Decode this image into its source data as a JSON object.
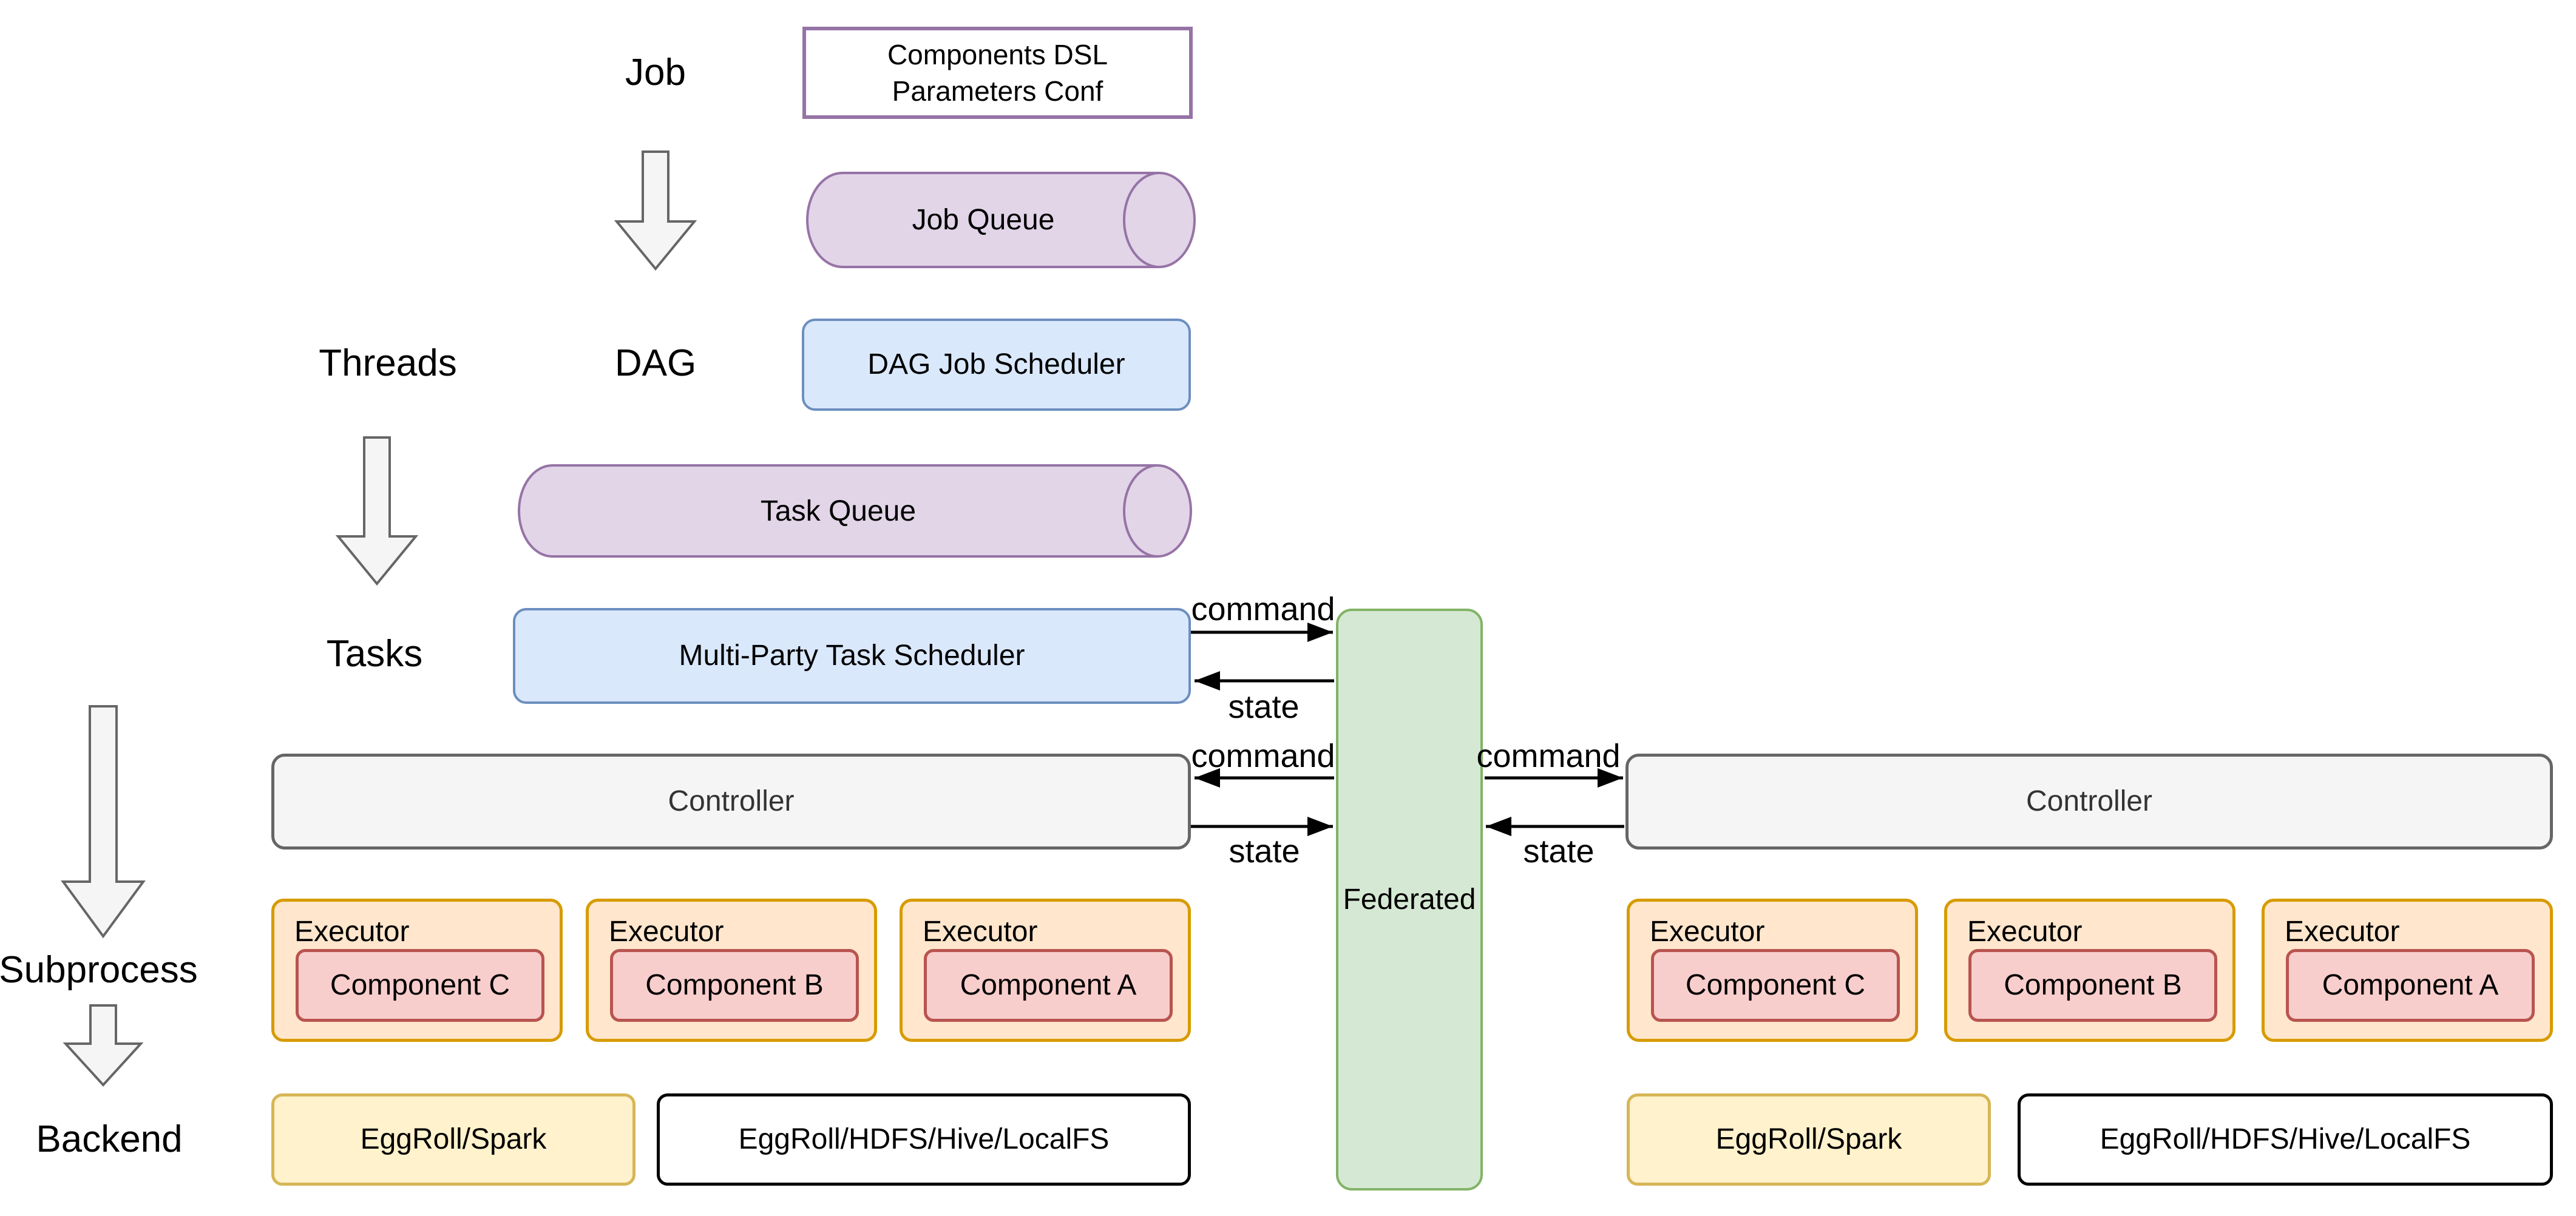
{
  "layers": {
    "job": "Job",
    "threads": "Threads",
    "dag": "DAG",
    "tasks": "Tasks",
    "subprocess": "Subprocess",
    "backend": "Backend"
  },
  "scheduling": {
    "conf_box_line1": "Components DSL",
    "conf_box_line2": "Parameters Conf",
    "job_queue": "Job Queue",
    "dag_job_scheduler": "DAG Job Scheduler",
    "task_queue": "Task Queue",
    "multi_party_task_scheduler": "Multi-Party Task Scheduler"
  },
  "federated": {
    "label": "Federated"
  },
  "edge_labels": {
    "command": "command",
    "state": "state"
  },
  "parties": {
    "left": {
      "controller": "Controller",
      "executors": [
        {
          "title": "Executor",
          "component": "Component C"
        },
        {
          "title": "Executor",
          "component": "Component B"
        },
        {
          "title": "Executor",
          "component": "Component A"
        }
      ],
      "backends": {
        "compute": "EggRoll/Spark",
        "storage": "EggRoll/HDFS/Hive/LocalFS"
      }
    },
    "right": {
      "controller": "Controller",
      "executors": [
        {
          "title": "Executor",
          "component": "Component C"
        },
        {
          "title": "Executor",
          "component": "Component B"
        },
        {
          "title": "Executor",
          "component": "Component A"
        }
      ],
      "backends": {
        "compute": "EggRoll/Spark",
        "storage": "EggRoll/HDFS/Hive/LocalFS"
      }
    }
  },
  "colors": {
    "queue_fill": "#E1D5E7",
    "queue_stroke": "#9673A6",
    "scheduler_fill": "#DAE8FC",
    "scheduler_stroke": "#6C8EBF",
    "federated_fill": "#D5E8D4",
    "federated_stroke": "#82B366",
    "executor_fill": "#FFE6CC",
    "executor_stroke": "#D79B00",
    "component_fill": "#F8CECC",
    "component_stroke": "#B85450",
    "backend_compute_fill": "#FFF2CC",
    "backend_compute_stroke": "#D6B656",
    "controller_fill": "#F5F5F5",
    "controller_stroke": "#666666",
    "arrow_fill": "#F5F5F5",
    "arrow_stroke": "#666666",
    "edge_stroke": "#000000"
  }
}
